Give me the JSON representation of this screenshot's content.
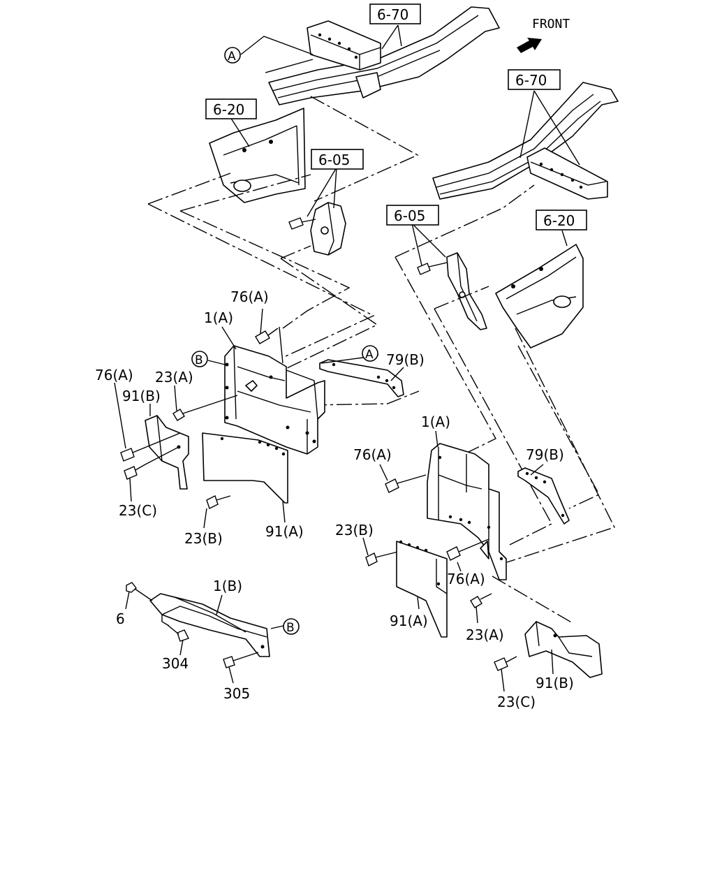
{
  "front_indicator": {
    "label": "FRONT"
  },
  "ref_boxes": [
    {
      "id": "ref-6-70-top",
      "text": "6-70"
    },
    {
      "id": "ref-6-70-right",
      "text": "6-70"
    },
    {
      "id": "ref-6-20-left",
      "text": "6-20"
    },
    {
      "id": "ref-6-20-right",
      "text": "6-20"
    },
    {
      "id": "ref-6-05-left",
      "text": "6-05"
    },
    {
      "id": "ref-6-05-right",
      "text": "6-05"
    }
  ],
  "circle_markers": [
    {
      "id": "marker-a-top",
      "text": "A"
    },
    {
      "id": "marker-b-left",
      "text": "B"
    },
    {
      "id": "marker-a-left",
      "text": "A"
    },
    {
      "id": "marker-b-bottom",
      "text": "B"
    }
  ],
  "labels": {
    "left_76a_top": "76(A)",
    "left_1a": "1(A)",
    "left_79b": "79(B)",
    "left_76a_side": "76(A)",
    "left_23a": "23(A)",
    "left_91b": "91(B)",
    "left_23c": "23(C)",
    "left_23b": "23(B)",
    "left_91a": "91(A)",
    "right_1a": "1(A)",
    "right_76a_top": "76(A)",
    "right_79b": "79(B)",
    "right_23b": "23(B)",
    "right_76a_low": "76(A)",
    "right_91a": "91(A)",
    "right_23a": "23(A)",
    "right_91b": "91(B)",
    "right_23c": "23(C)",
    "bottom_1b": "1(B)",
    "bottom_6": "6",
    "bottom_304": "304",
    "bottom_305": "305"
  }
}
